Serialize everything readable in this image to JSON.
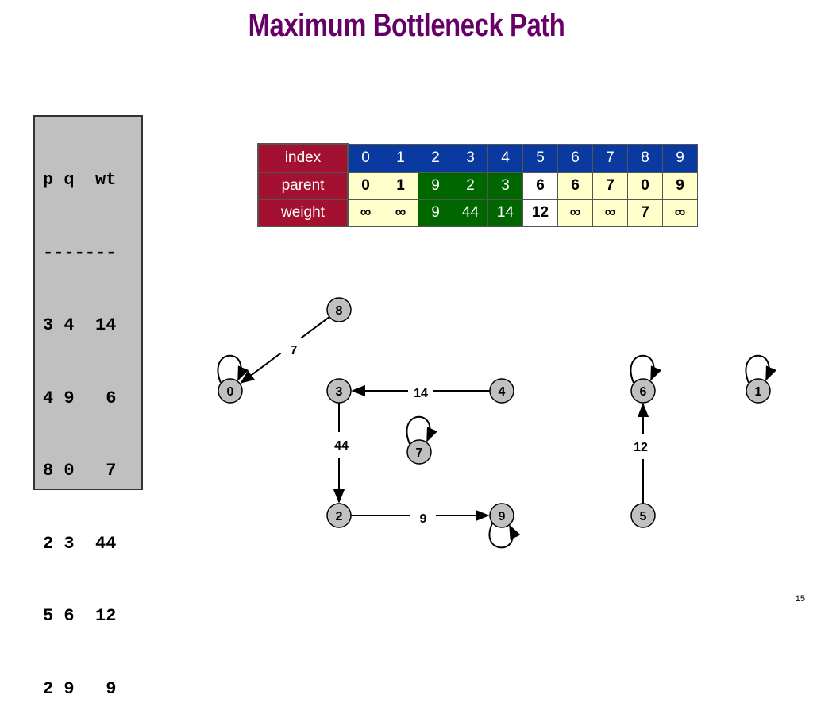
{
  "title": "Maximum Bottleneck Path",
  "edge_list": {
    "header": "p q  wt",
    "separator": "-------",
    "rows": [
      "3 4  14",
      "4 9   6",
      "8 0   7",
      "2 3  44",
      "5 6  12",
      "2 9   9"
    ]
  },
  "array_table": {
    "index_label": "index",
    "parent_label": "parent",
    "weight_label": "weight",
    "indices": [
      "0",
      "1",
      "2",
      "3",
      "4",
      "5",
      "6",
      "7",
      "8",
      "9"
    ],
    "parent": [
      "0",
      "1",
      "9",
      "2",
      "3",
      "6",
      "6",
      "7",
      "0",
      "9"
    ],
    "weight": [
      "∞",
      "∞",
      "9",
      "44",
      "14",
      "12",
      "∞",
      "∞",
      "7",
      "∞"
    ],
    "colors": {
      "label_bg": "#a31030",
      "index_bg": "#0a3aa0",
      "green": "#006600",
      "yellow": "#ffffcc",
      "white": "#ffffff"
    }
  },
  "graph": {
    "nodes": [
      {
        "id": "8",
        "label": "8"
      },
      {
        "id": "0",
        "label": "0"
      },
      {
        "id": "3",
        "label": "3"
      },
      {
        "id": "4",
        "label": "4"
      },
      {
        "id": "7",
        "label": "7"
      },
      {
        "id": "2",
        "label": "2"
      },
      {
        "id": "9",
        "label": "9"
      },
      {
        "id": "6",
        "label": "6"
      },
      {
        "id": "5",
        "label": "5"
      },
      {
        "id": "1",
        "label": "1"
      }
    ],
    "edges": [
      {
        "from": "8",
        "to": "0",
        "label": "7"
      },
      {
        "from": "4",
        "to": "3",
        "label": "14"
      },
      {
        "from": "3",
        "to": "2",
        "label": "44"
      },
      {
        "from": "2",
        "to": "9",
        "label": "9"
      },
      {
        "from": "5",
        "to": "6",
        "label": "12"
      }
    ],
    "self_loops": [
      "0",
      "7",
      "9",
      "6",
      "1"
    ]
  },
  "page_number": "15"
}
